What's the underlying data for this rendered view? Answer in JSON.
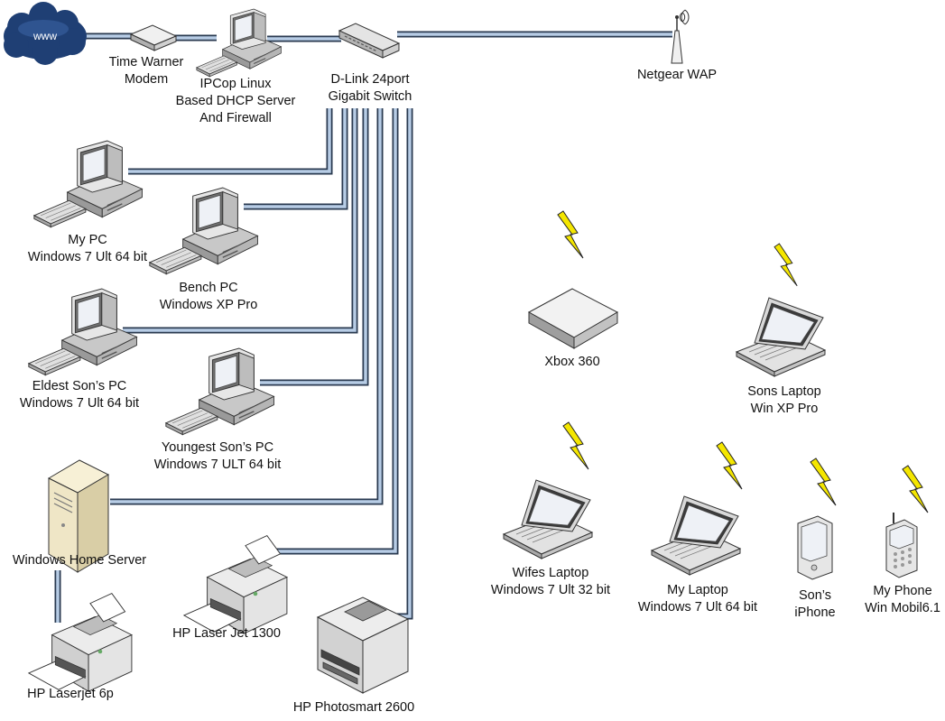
{
  "internet": {
    "cloud_text": "www"
  },
  "devices": {
    "modem": {
      "lines": [
        "Time Warner",
        "Modem"
      ]
    },
    "firewall": {
      "lines": [
        "IPCop Linux",
        "Based DHCP Server",
        "And Firewall"
      ]
    },
    "switch": {
      "lines": [
        "D-Link 24port",
        "Gigabit Switch"
      ]
    },
    "wap": {
      "lines": [
        "Netgear WAP"
      ]
    },
    "my_pc": {
      "lines": [
        "My PC",
        "Windows 7 Ult 64 bit"
      ]
    },
    "bench_pc": {
      "lines": [
        "Bench PC",
        "Windows XP Pro"
      ]
    },
    "eldest_pc": {
      "lines": [
        "Eldest Son’s PC",
        "Windows 7 Ult 64 bit"
      ]
    },
    "youngest_pc": {
      "lines": [
        "Youngest Son’s PC",
        "Windows 7 ULT 64 bit"
      ]
    },
    "home_server": {
      "lines": [
        "Windows Home Server"
      ]
    },
    "laserjet_6p": {
      "lines": [
        "HP Laserjet 6p"
      ]
    },
    "laserjet_1300": {
      "lines": [
        "HP Laser Jet 1300"
      ]
    },
    "photosmart": {
      "lines": [
        "HP Photosmart 2600"
      ]
    },
    "xbox": {
      "lines": [
        "Xbox 360"
      ]
    },
    "sons_laptop": {
      "lines": [
        "Sons Laptop",
        "Win XP Pro"
      ]
    },
    "wifes_laptop": {
      "lines": [
        "Wifes Laptop",
        "Windows 7 Ult 32 bit"
      ]
    },
    "my_laptop": {
      "lines": [
        "My Laptop",
        "Windows 7 Ult 64 bit"
      ]
    },
    "sons_iphone": {
      "lines": [
        "Son’s",
        "iPhone"
      ]
    },
    "my_phone": {
      "lines": [
        "My Phone",
        "Win Mobil6.1"
      ]
    }
  },
  "colors": {
    "cable_fill": "#b8cde6",
    "cable_edge": "#2a3a50",
    "lightning": "#f4e600",
    "device_light": "#f2f2f2",
    "device_mid": "#d4d4d4",
    "device_dark": "#9a9a9a",
    "screen": "#e8ecf4",
    "server_beige": "#efe6c6",
    "cloud": "#1f3f74"
  }
}
